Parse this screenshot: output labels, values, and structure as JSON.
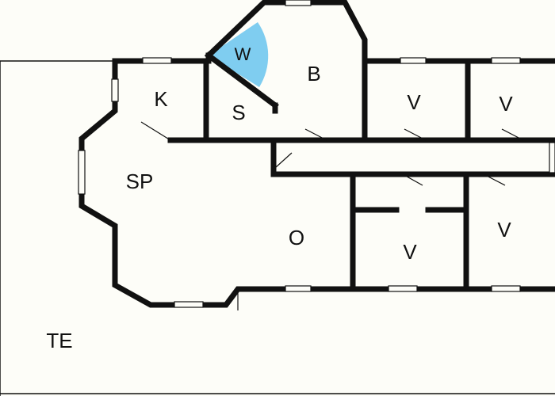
{
  "rooms": {
    "w": "W",
    "b": "B",
    "k": "K",
    "s": "S",
    "sp": "SP",
    "o": "O",
    "v1": "V",
    "v2": "V",
    "v3": "V",
    "v4": "V",
    "te": "TE"
  },
  "colors": {
    "wall": "#111111",
    "background": "#fdfdf8",
    "highlight": "#7fcdf0"
  }
}
